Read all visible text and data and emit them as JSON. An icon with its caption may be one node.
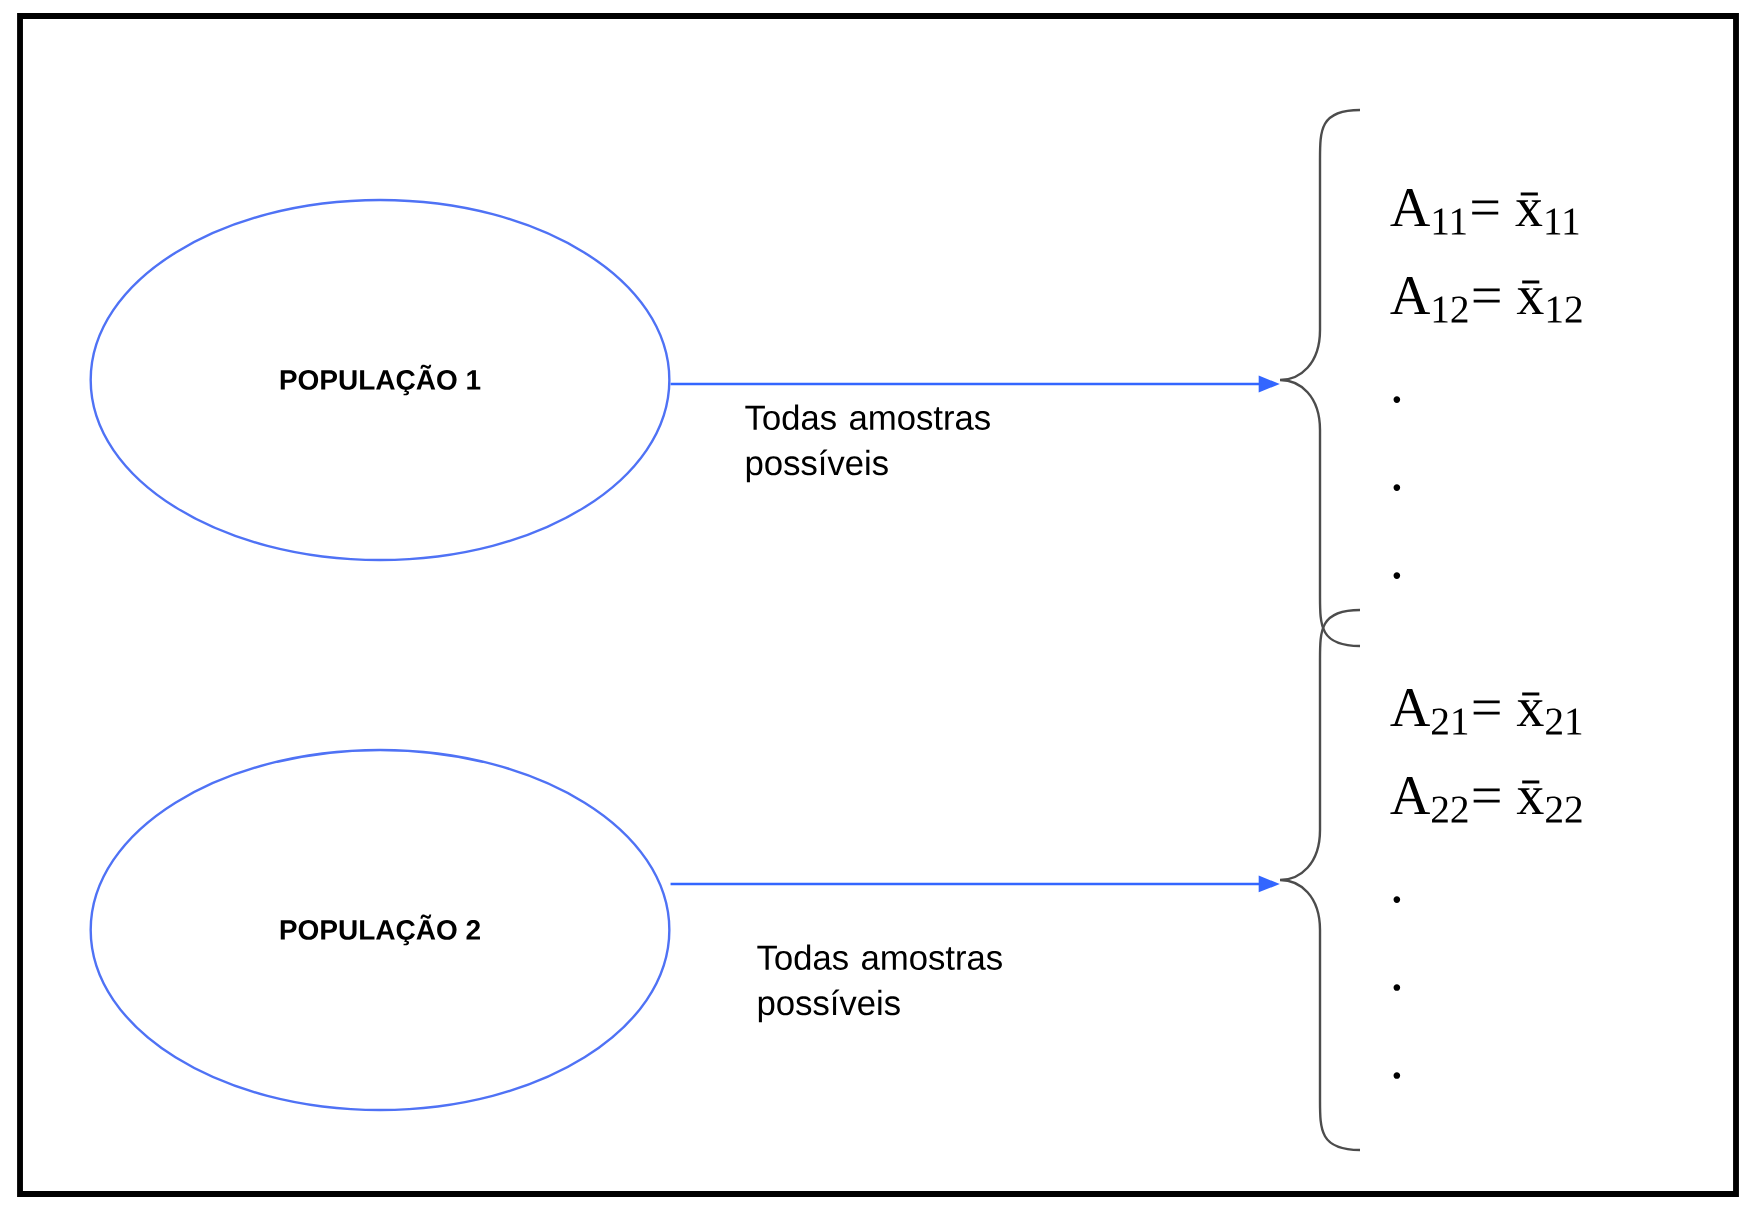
{
  "diagram": {
    "nodes": [
      {
        "text": [
          "POPULAÇÃO 1"
        ]
      },
      {
        "text": [
          "POPULAÇÃO 2"
        ]
      },
      {
        "text": [
          "A$_{11}$= x̄$_{11}$",
          "A$_{12}$= x̄$_{12}$",
          ".",
          ".",
          "."
        ]
      },
      {
        "text": [
          "A$_{21}$= x̄$_{21}$",
          "A$_{22}$= x̄$_{22}$",
          ".",
          ".",
          "."
        ]
      }
    ],
    "edges": [
      {
        "from": 0,
        "to": 2,
        "arrow": "to",
        "label": "Todas amostras possíveis"
      },
      {
        "from": 1,
        "to": 3,
        "arrow": "to",
        "label": "Todas amostras possíveis"
      }
    ]
  }
}
